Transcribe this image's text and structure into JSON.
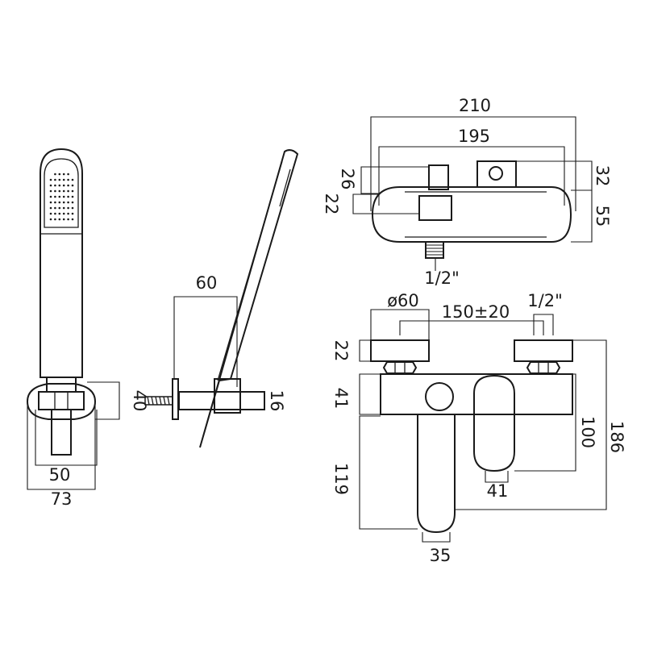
{
  "hand_shower_front": {
    "width_50": "50",
    "width_73": "73",
    "height_40": "40"
  },
  "hand_shower_side": {
    "depth_60": "60",
    "height_16": "16"
  },
  "mixer_top": {
    "width_210": "210",
    "width_195": "195",
    "height_26": "26",
    "height_22": "22",
    "height_32": "32",
    "height_55": "55",
    "thread": "1/2\""
  },
  "mixer_front": {
    "diameter": "ø60",
    "centres": "150±20",
    "thread": "1/2\"",
    "height_22": "22",
    "height_41": "41",
    "height_119": "119",
    "height_186": "186",
    "height_100": "100",
    "width_41": "41",
    "width_35": "35"
  }
}
